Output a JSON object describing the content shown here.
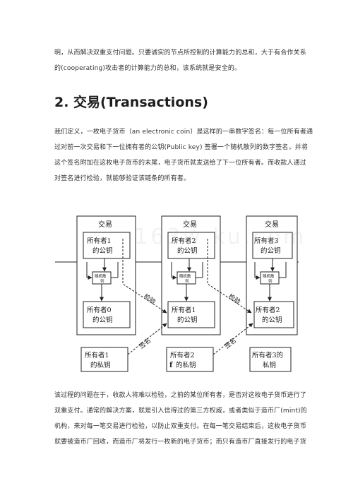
{
  "intro": {
    "lines": [
      "明，从而解决双重支付问题。只要诚实的节点所控制的计算能力的总和，大于有合作关系",
      "的(cooperating)攻击者的计算能力的总和，该系统就是安全的。"
    ]
  },
  "section": {
    "title": "2. 交易(Transactions)"
  },
  "definition": {
    "lines": [
      "我们定义，一枚电子货币（an electronic coin）是这样的一串数字签名：每一位所有者通",
      "过对前一次交易和下一位拥有者的公钥(Public key) 签署一个随机散列的数字签名，并将",
      "这个签名附加在这枚电子货币的末尾，电子货币就发送给了下一位所有者。而收款人通过",
      "对签名进行检验，就能够验证该链条的所有者。"
    ]
  },
  "figure": {
    "watermark": "163w    ku.com",
    "transactions": [
      {
        "title": "交易",
        "owner_pubkey": [
          "所有者1",
          "的公钥"
        ],
        "hash_label": [
          "随机散",
          "列"
        ],
        "prev_owner_pubkey": [
          "所有者0",
          "的公钥"
        ]
      },
      {
        "title": "交易",
        "owner_pubkey": [
          "所有者2",
          "的公钥"
        ],
        "hash_label": [
          "随机散",
          "列"
        ],
        "prev_owner_pubkey": [
          "所有者1",
          "的公钥"
        ]
      },
      {
        "title": "交易",
        "owner_pubkey": [
          "所有者3",
          "的公钥"
        ],
        "hash_label": [
          "随机散",
          "列"
        ],
        "prev_owner_pubkey": [
          "所有者2",
          "的公钥"
        ]
      }
    ],
    "private_keys": [
      [
        "所有者1",
        "的私钥"
      ],
      [
        "所有者2",
        "的私钥"
      ],
      [
        "所有者3的",
        "私钥"
      ]
    ],
    "verify_label": "检验",
    "sign_label": "签名",
    "stray_mark": "f"
  },
  "problem": {
    "lines": [
      "该过程的问题在于，收款人将难以检验，之前的某位所有者，是否对这枚电子货币进行了",
      "双重支付。通常的解决方案，就是引入信得过的第三方权威，或者类似于造币厂(mint)的",
      "机构，来对每一笔交易进行检验，以防止双重支付。在每一笔交易结束后，这枚电子货币",
      "就要被造币厂回收，而造币厂将发行一枚新的电子货币；而只有造币厂直接发行的电子货"
    ]
  }
}
